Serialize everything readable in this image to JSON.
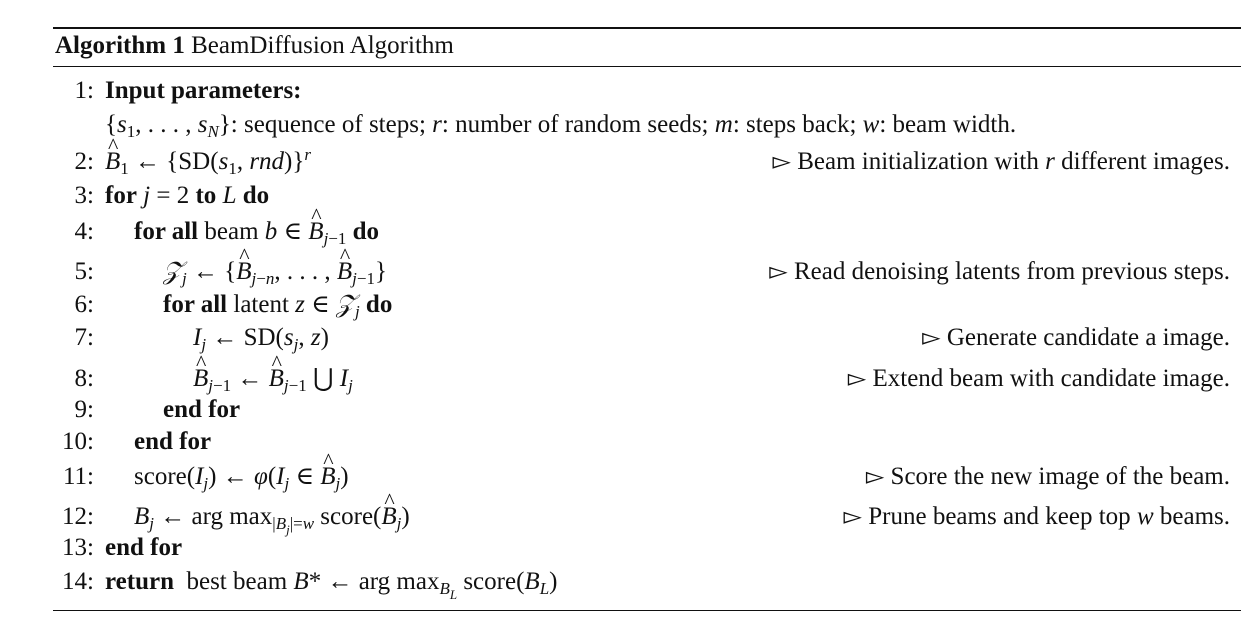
{
  "caption": {
    "label": "Algorithm 1",
    "title": "BeamDiffusion Algorithm"
  },
  "lines": [
    {
      "num": "1:",
      "kw": "Input parameters:"
    },
    {
      "num": "",
      "text": "{s1, . . . , sN}: sequence of steps; r: number of random seeds; m: steps back; w: beam width."
    },
    {
      "num": "2:",
      "text": "B̂1 ← {SD(s1, rnd)}^r",
      "comment": "Beam initialization with r different images."
    },
    {
      "num": "3:",
      "text": "for j = 2 to L do"
    },
    {
      "num": "4:",
      "text": "for all beam b ∈ B̂j−1 do"
    },
    {
      "num": "5:",
      "text": "Zj ← {B̂j−n, . . . , B̂j−1}",
      "comment": "Read denoising latents from previous steps."
    },
    {
      "num": "6:",
      "text": "for all latent z ∈ Zj do"
    },
    {
      "num": "7:",
      "text": "Ij ← SD(sj, z)",
      "comment": "Generate candidate a image."
    },
    {
      "num": "8:",
      "text": "B̂j−1 ← B̂j−1 ⋃ Ij",
      "comment": "Extend beam with candidate image."
    },
    {
      "num": "9:",
      "text": "end for"
    },
    {
      "num": "10:",
      "text": "end for"
    },
    {
      "num": "11:",
      "text": "score(Ij) ← φ(Ij ∈ B̂j)",
      "comment": "Score the new image of the beam."
    },
    {
      "num": "12:",
      "text": "Bj ← arg max|Bj|=w score(B̂j)",
      "comment": "Prune beams and keep top w beams."
    },
    {
      "num": "13:",
      "text": "end for"
    },
    {
      "num": "14:",
      "text": "return best beam B* ← arg maxBL score(BL)"
    }
  ]
}
